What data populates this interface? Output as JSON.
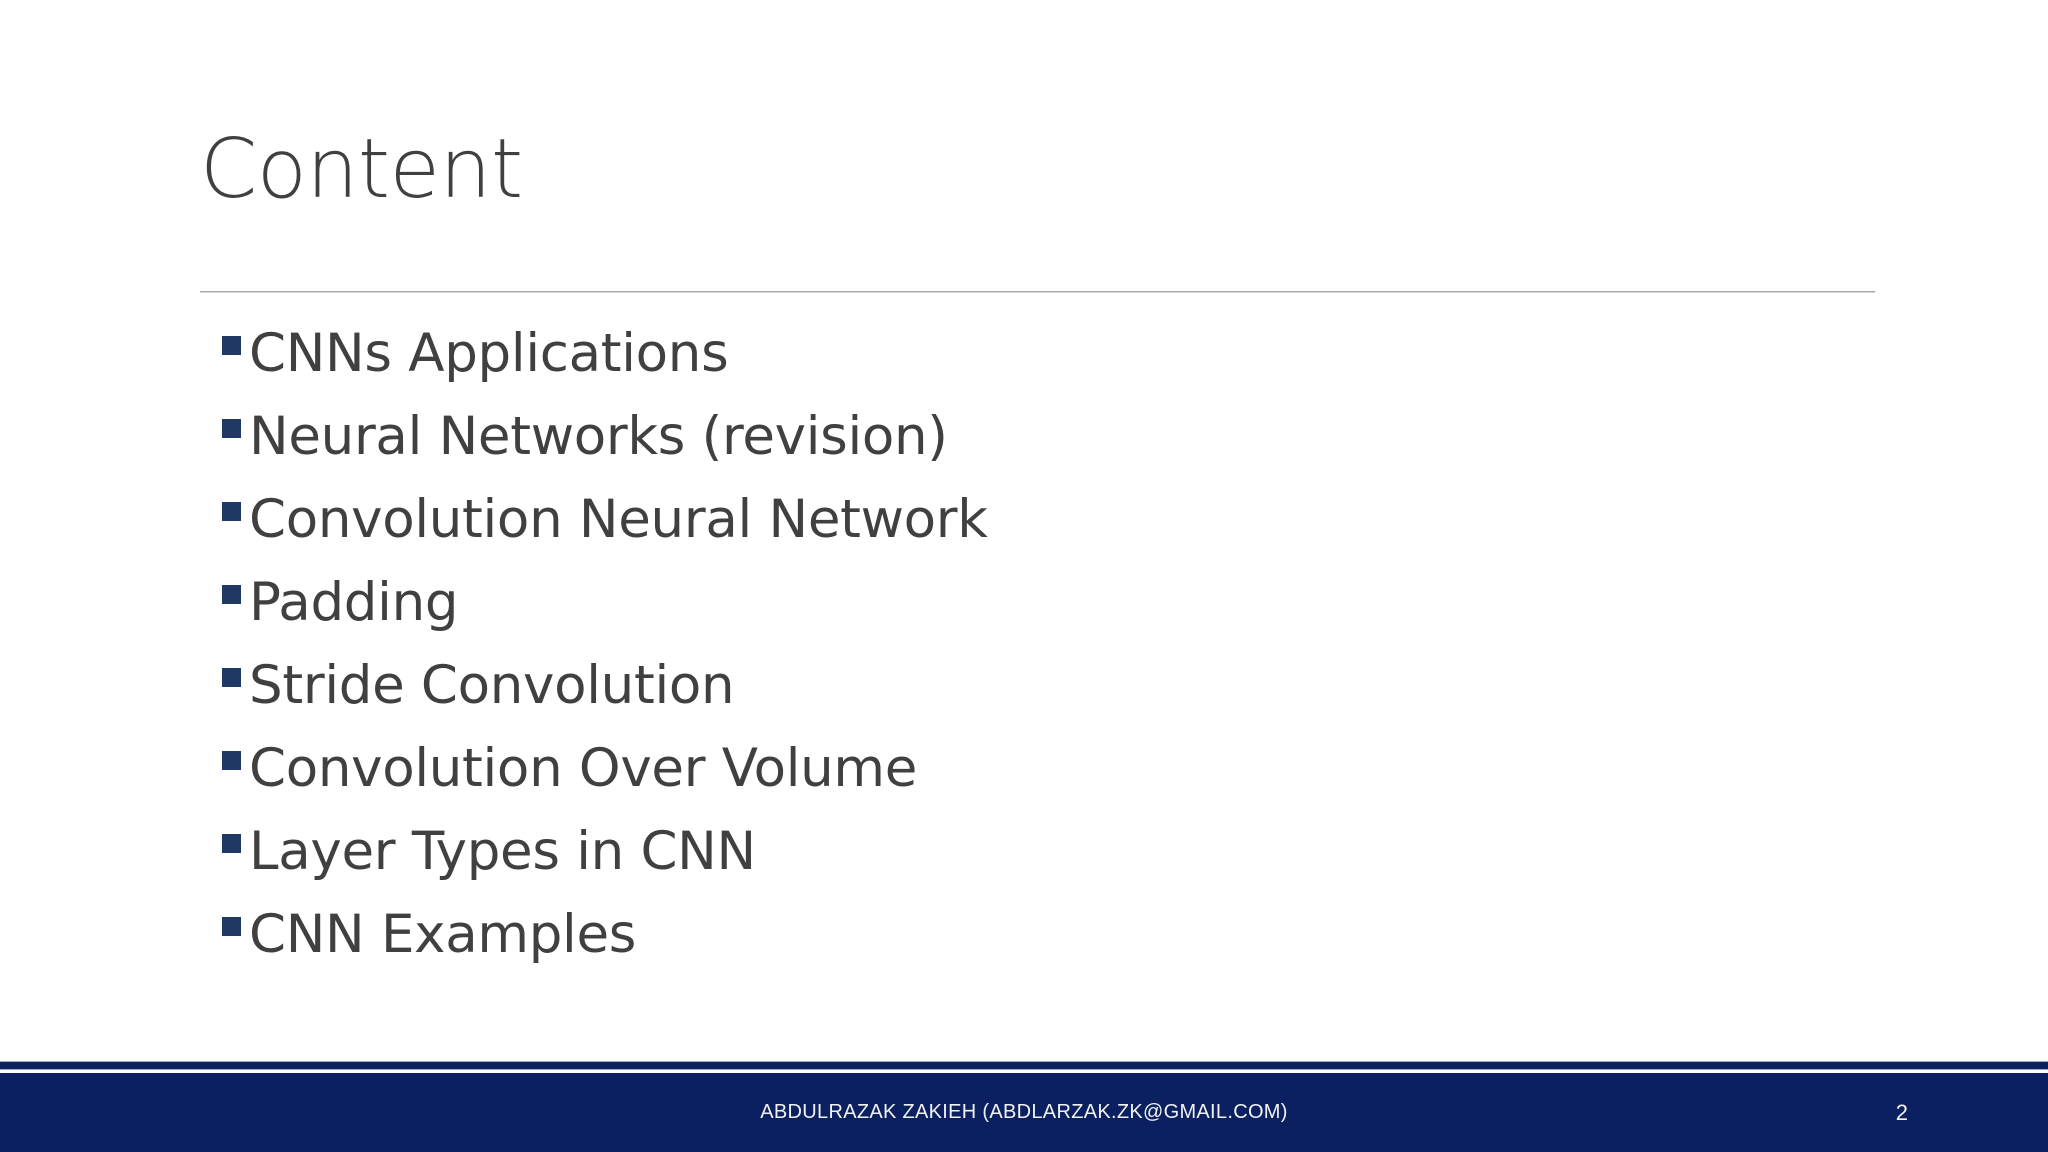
{
  "slide": {
    "title": "Content",
    "background_color": "#FFFFFF",
    "title_color": "#404040",
    "accent_color": "#1F3864",
    "footer_color": "#0A2060"
  },
  "content": {
    "bullets": [
      {
        "label": "CNNs Applications"
      },
      {
        "label": "Neural Networks (revision)"
      },
      {
        "label": "Convolution Neural Network"
      },
      {
        "label": "Padding"
      },
      {
        "label": "Stride Convolution"
      },
      {
        "label": "Convolution Over Volume"
      },
      {
        "label": "Layer Types in CNN"
      },
      {
        "label": "CNN Examples"
      }
    ]
  },
  "footer": {
    "author": "ABDULRAZAK ZAKIEH (ABDLARZAK.ZK@GMAIL.COM)",
    "page_number": "2"
  }
}
